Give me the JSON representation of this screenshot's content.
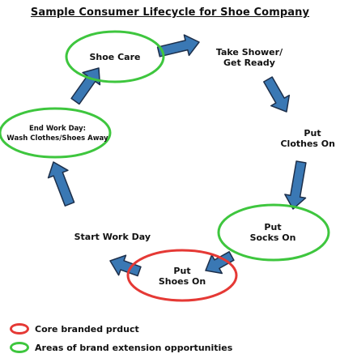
{
  "title": "Sample Consumer Lifecycle for Shoe Company",
  "colors": {
    "arrow_fill": "#3a78b4",
    "arrow_stroke": "#1d2f4a",
    "core": "#e53935",
    "extension": "#3ec63e"
  },
  "nodes": {
    "shoe_care": {
      "line1": "Shoe Care",
      "line2": ""
    },
    "shower": {
      "line1": "Take Shower/",
      "line2": "Get Ready"
    },
    "clothes": {
      "line1": "Put",
      "line2": "Clothes On"
    },
    "socks": {
      "line1": "Put",
      "line2": "Socks On"
    },
    "shoes_on": {
      "line1": "Put",
      "line2": "Shoes On"
    },
    "start": {
      "line1": "Start Work Day",
      "line2": ""
    },
    "end": {
      "line1": "End Work Day:",
      "line2": "Wash Clothes/Shoes Away"
    }
  },
  "legend": {
    "core": "Core branded prduct",
    "extension": "Areas of brand extension opportunities"
  }
}
